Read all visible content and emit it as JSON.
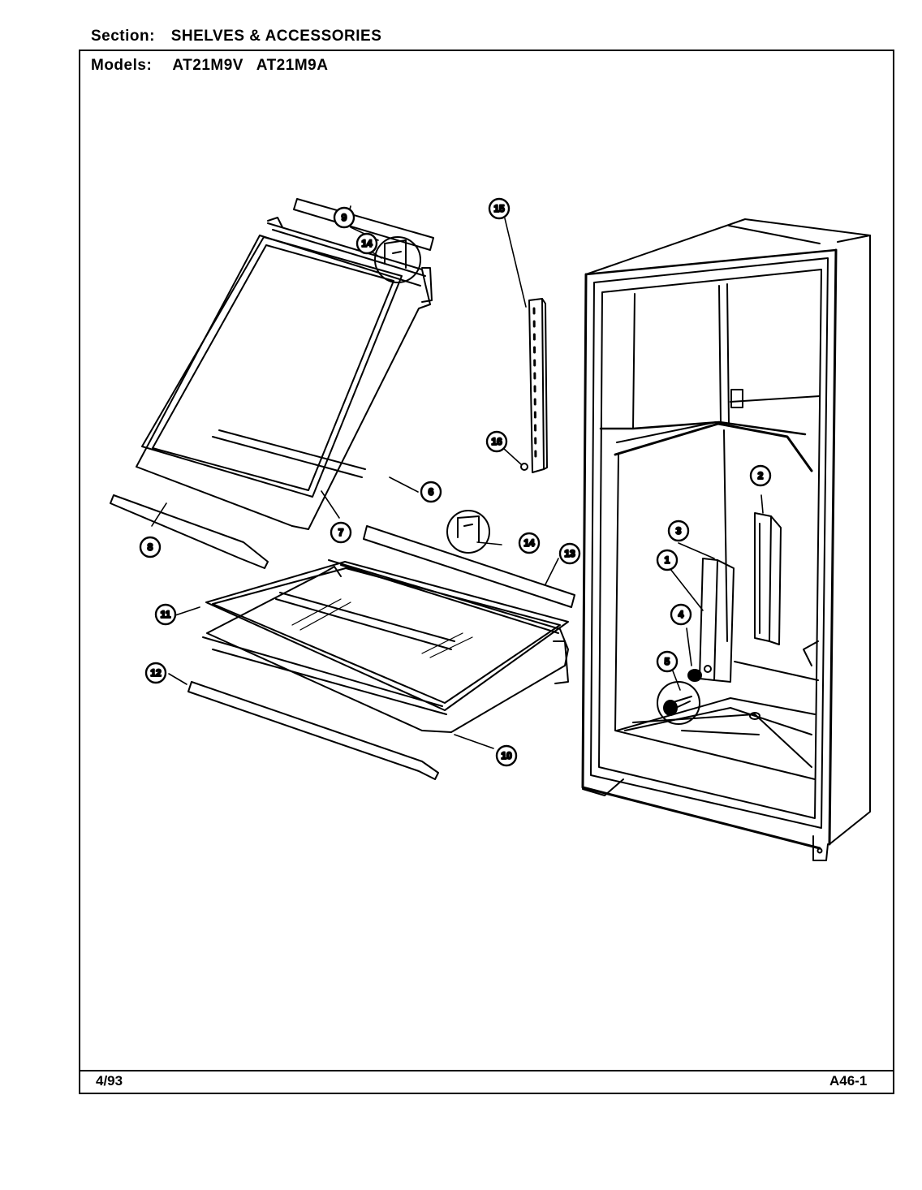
{
  "header": {
    "section_label": "Section:",
    "section_value": "SHELVES & ACCESSORIES",
    "models_label": "Models:",
    "model_1": "AT21M9V",
    "model_2": "AT21M9A"
  },
  "footer": {
    "date": "4/93",
    "page_code": "A46-1"
  },
  "callouts": [
    "1",
    "2",
    "3",
    "4",
    "5",
    "6",
    "7",
    "8",
    "9",
    "10",
    "11",
    "12",
    "13",
    "14",
    "14",
    "15",
    "16"
  ]
}
